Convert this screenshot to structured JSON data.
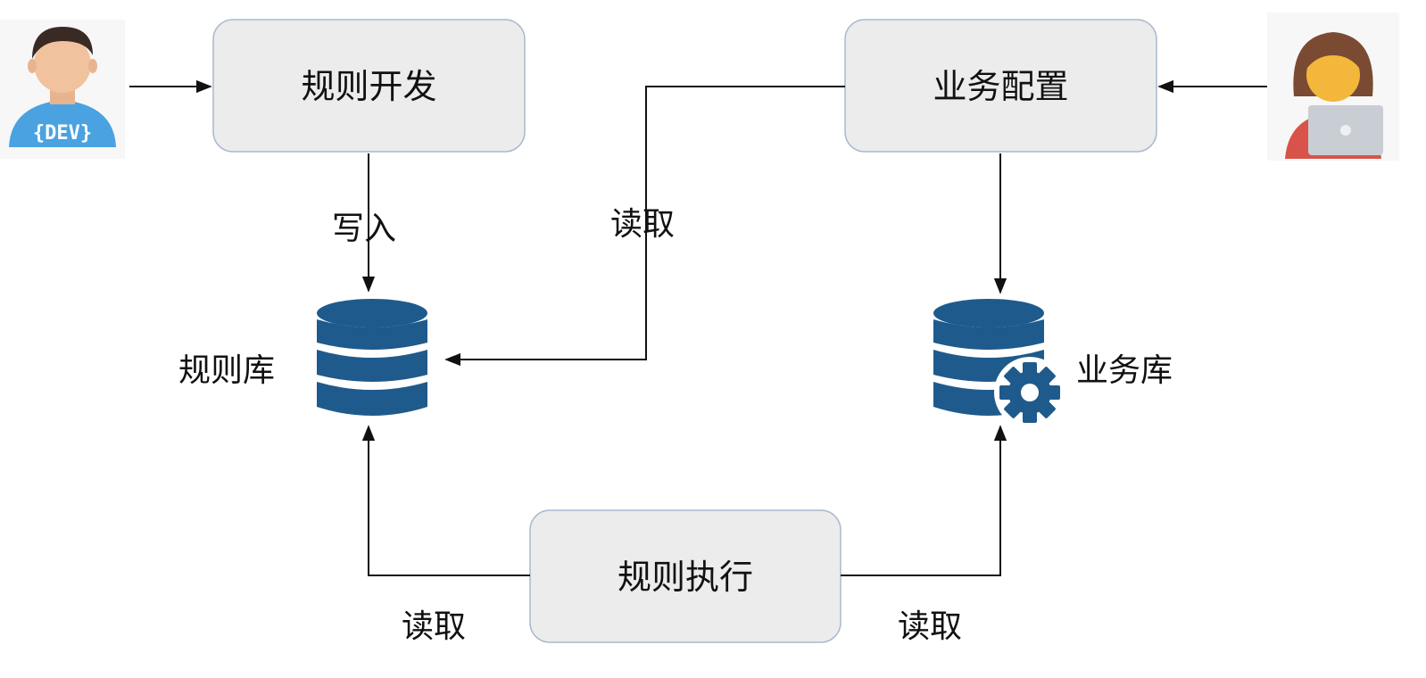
{
  "nodes": {
    "rule_dev": "规则开发",
    "biz_config": "业务配置",
    "rule_exec": "规则执行",
    "rule_db": "规则库",
    "biz_db": "业务库"
  },
  "edge_labels": {
    "write": "写入",
    "read_config_to_rule_db": "读取",
    "read_exec_to_rule_db": "读取",
    "read_exec_to_biz_db": "读取"
  },
  "badges": {
    "dev": "{DEV}"
  },
  "colors": {
    "db_blue": "#1f5a8c",
    "box_fill": "#ececec",
    "box_border": "#a9b9cf"
  },
  "icons": [
    "developer-avatar-icon",
    "business-user-avatar-icon",
    "database-icon",
    "database-gear-icon"
  ]
}
